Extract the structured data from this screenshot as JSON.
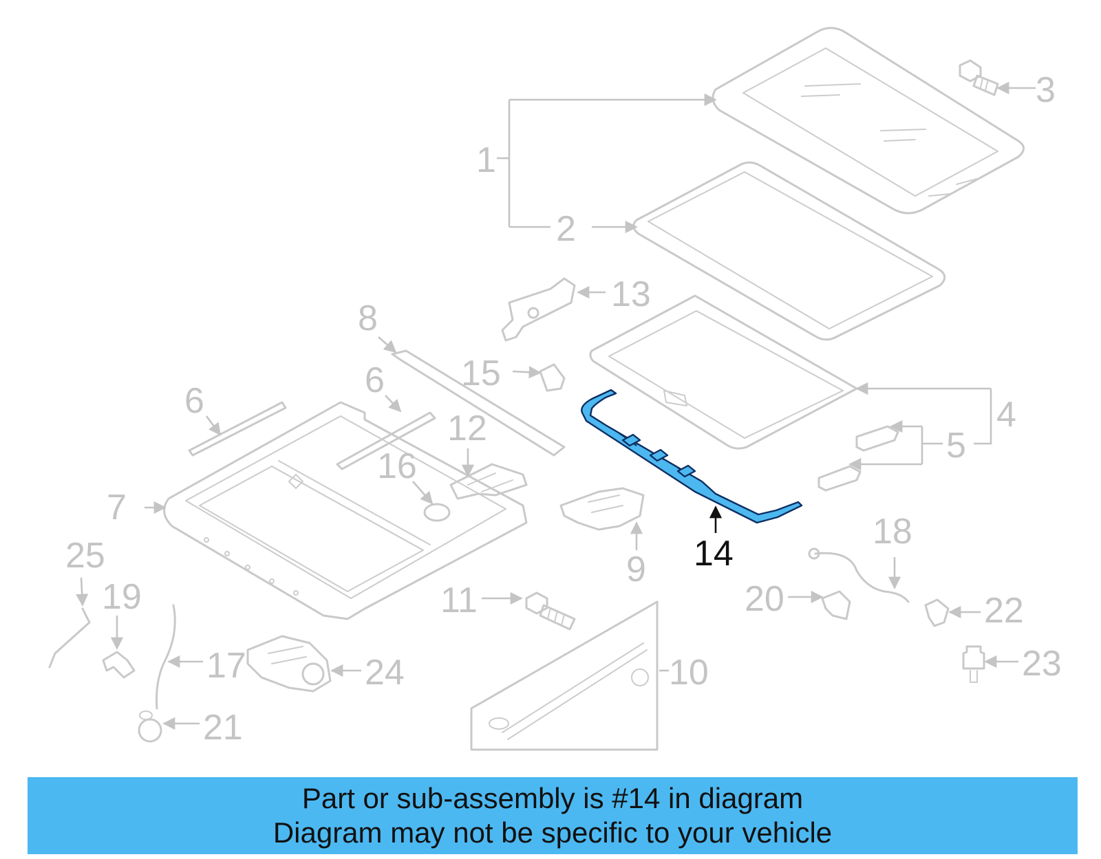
{
  "diagram": {
    "callouts": {
      "c1": "1",
      "c2": "2",
      "c3": "3",
      "c4": "4",
      "c5": "5",
      "c6a": "6",
      "c6b": "6",
      "c7": "7",
      "c8": "8",
      "c9": "9",
      "c10": "10",
      "c11": "11",
      "c12": "12",
      "c13": "13",
      "c14": "14",
      "c15": "15",
      "c16": "16",
      "c17": "17",
      "c18": "18",
      "c19": "19",
      "c20": "20",
      "c21": "21",
      "c22": "22",
      "c23": "23",
      "c24": "24",
      "c25": "25"
    },
    "highlighted_part": "14",
    "colors": {
      "highlight_fill": "#4db8f0",
      "highlight_stroke": "#0c2f63",
      "faded_part": "#c9c9c9",
      "banner_bg": "#4cb8f1"
    }
  },
  "banner": {
    "line1": "Part or sub-assembly is #14 in diagram",
    "line2": "Diagram may not be specific to your vehicle"
  }
}
